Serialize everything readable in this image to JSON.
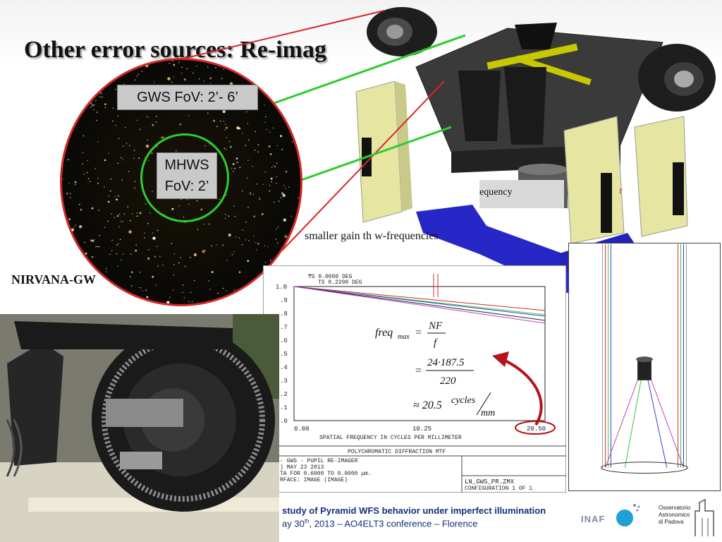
{
  "slide": {
    "title": "Other error sources: Re-imag",
    "subtitle": "NIRVANA-GW",
    "gain_text": "smaller gain th      w-frequencies",
    "equency_fragment": "equency",
    "r_fragment": "r"
  },
  "starfield": {
    "gws_label": "GWS FoV: 2’- 6’",
    "mhws_label_line1": "MHWS",
    "mhws_label_line2": "FoV: 2’"
  },
  "mtf_plot": {
    "ts_line1": "TS 0.0000 DEG",
    "ts_line2": "TS 0.2200 DEG",
    "y_ticks": [
      "1.0",
      ".9",
      ".8",
      ".7",
      ".6",
      ".5",
      ".4",
      ".3",
      ".2",
      ".1",
      ".0"
    ],
    "x_ticks": [
      "0.00",
      "10.25",
      "20.50"
    ],
    "x_label": "SPATIAL FREQUENCY IN CYCLES PER MILLIMETER",
    "caption": "POLYCHROMATIC DIFFRACTION MTF",
    "info_line1": "- GWS - PUPIL RE-IMAGER",
    "info_line2": ") MAY 23 2013",
    "info_line3": "TA FOR 0.6000 TO 0.9000 µm.",
    "info_line4": "RFACE: IMAGE (IMAGE)",
    "file_line1": "LN_GWS_PR.ZMX",
    "file_line2": "CONFIGURATION 1 OF 1"
  },
  "formula": {
    "lhs": "freq",
    "lhs_sub": "max",
    "eq1": "=",
    "num1": "NF",
    "den1": "f",
    "eq2": "=",
    "num2": "24·187.5",
    "den2": "220",
    "approx": "≈ 20.5",
    "unit_num": "cycles",
    "unit_den": "mm"
  },
  "footer": {
    "title": "study of Pyramid WFS behavior under imperfect illumination",
    "date_prefix": "ay 30",
    "date_sup": "th",
    "date_suffix": ", 2013 – AO4ELT3 conference – Florence",
    "inaf": "INAF",
    "obs_line1": "Osservatorio",
    "obs_line2": "Astronomico",
    "obs_line3": "di Padova"
  },
  "colors": {
    "fov_outer": "#d62828",
    "fov_inner": "#2ecc2e",
    "footer_text": "#13307a",
    "inaf_dot": "#1da1d6",
    "arrow": "#b3141b"
  }
}
